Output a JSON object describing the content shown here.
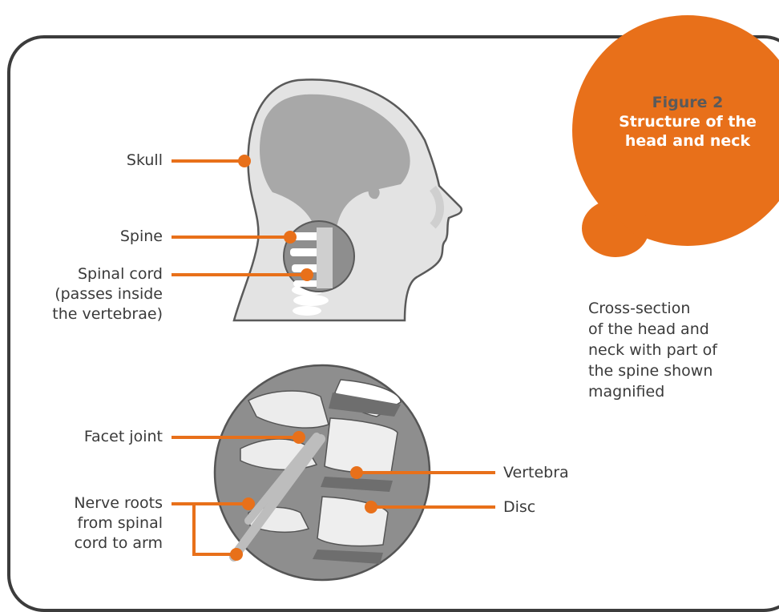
{
  "figure": {
    "number": "Figure 2",
    "title_line1": "Structure of the",
    "title_line2": "head and neck"
  },
  "caption": {
    "lines": [
      "Cross-section",
      "of the head and",
      "neck with part of",
      "the spine shown",
      "magnified"
    ]
  },
  "labels": {
    "skull": "Skull",
    "spine": "Spine",
    "spinal_cord_line1": "Spinal cord",
    "spinal_cord_line2": "(passes inside",
    "spinal_cord_line3": "the vertebrae)",
    "facet_joint": "Facet joint",
    "nerve_roots_line1": "Nerve roots",
    "nerve_roots_line2": "from spinal",
    "nerve_roots_line3": "cord to arm",
    "vertebra": "Vertebra",
    "disc": "Disc"
  },
  "colors": {
    "accent": "#e8701a",
    "frame": "#3c3c3c",
    "head_fill": "#e3e3e3",
    "brain_fill": "#a8a8a8",
    "circle_fill": "#8e8e8e"
  }
}
